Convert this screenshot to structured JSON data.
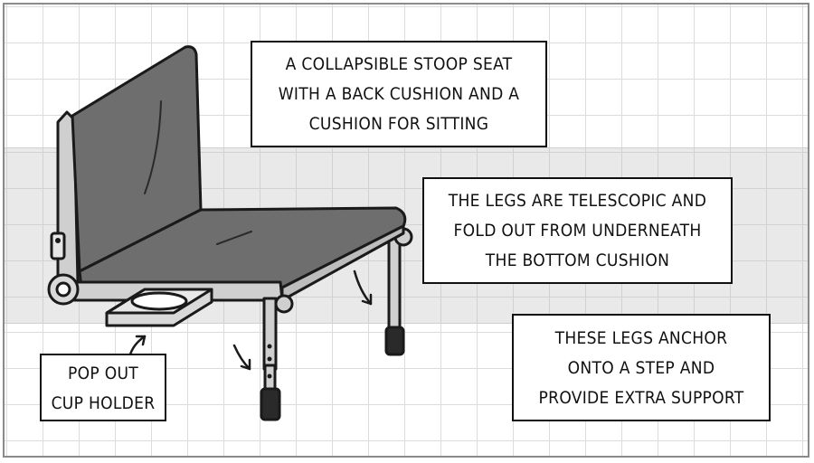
{
  "labels": {
    "seat": [
      "A COLLAPSIBLE STOOP SEAT",
      "WITH A BACK CUSHION AND A",
      "CUSHION FOR SITTING"
    ],
    "legs": [
      "THE LEGS ARE TELESCOPIC AND",
      "FOLD OUT FROM UNDERNEATH",
      "THE BOTTOM CUSHION"
    ],
    "anchor": [
      "THESE LEGS ANCHOR",
      "ONTO A STEP AND",
      "PROVIDE EXTRA SUPPORT"
    ],
    "cup": [
      "POP OUT",
      "CUP HOLDER"
    ]
  },
  "colors": {
    "cushion": "#6e6e6e",
    "frame": "#cfcfcf",
    "outline": "#1a1a1a",
    "band": "#e9e9ea"
  }
}
